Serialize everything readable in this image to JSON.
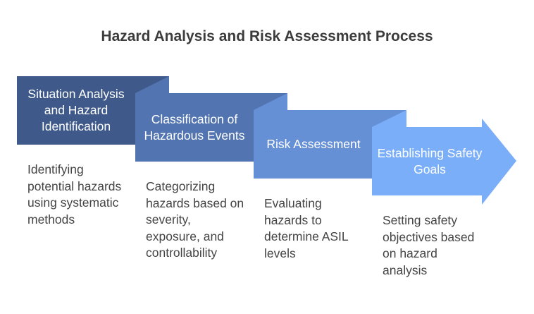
{
  "title": "Hazard Analysis and Risk Assessment Process",
  "colors": [
    "#3f5a8a",
    "#5274b0",
    "#6690d6",
    "#7aaef8"
  ],
  "steps": [
    {
      "label": "Situation Analysis and Hazard Identification",
      "description": "Identifying potential hazards using systematic methods"
    },
    {
      "label": "Classification of Hazardous Events",
      "description": "Categorizing hazards based on severity, exposure, and controllability"
    },
    {
      "label": "Risk Assessment",
      "description": "Evaluating hazards to determine ASIL levels"
    },
    {
      "label": "Establishing Safety Goals",
      "description": "Setting safety objectives based on hazard analysis"
    }
  ]
}
